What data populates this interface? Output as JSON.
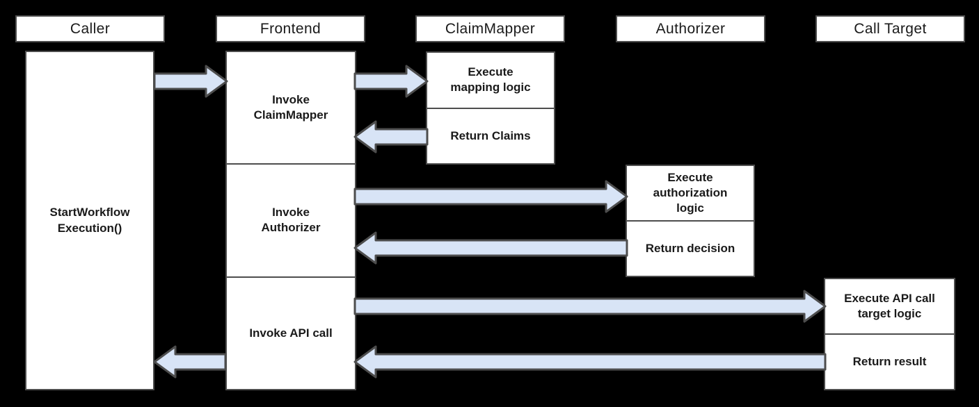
{
  "colors": {
    "background": "#000000",
    "box-fill": "#ffffff",
    "box-border": "#4d4d4d",
    "arrow-fill": "#d8e4f6",
    "arrow-stroke": "#4d4d4d",
    "text": "#1a1a1a"
  },
  "actors": [
    {
      "label": "Caller"
    },
    {
      "label": "Frontend"
    },
    {
      "label": "ClaimMapper"
    },
    {
      "label": "Authorizer"
    },
    {
      "label": "Call Target"
    }
  ],
  "activations": {
    "caller": {
      "actor": "Caller",
      "segments": [
        {
          "label": "StartWorkflow\nExecution()"
        }
      ]
    },
    "frontend": {
      "actor": "Frontend",
      "segments": [
        {
          "label": "Invoke\nClaimMapper"
        },
        {
          "label": "Invoke\nAuthorizer"
        },
        {
          "label": "Invoke API call"
        }
      ]
    },
    "claimmapper": {
      "actor": "ClaimMapper",
      "segments": [
        {
          "label": "Execute\nmapping logic"
        },
        {
          "label": "Return Claims"
        }
      ]
    },
    "authorizer": {
      "actor": "Authorizer",
      "segments": [
        {
          "label": "Execute\nauthorization\nlogic"
        },
        {
          "label": "Return decision"
        }
      ]
    },
    "calltarget": {
      "actor": "Call Target",
      "segments": [
        {
          "label": "Execute API call\ntarget logic"
        },
        {
          "label": "Return result"
        }
      ]
    }
  },
  "messages": [
    {
      "from": "Caller",
      "to": "Frontend",
      "direction": "right"
    },
    {
      "from": "Frontend",
      "to": "ClaimMapper",
      "direction": "right"
    },
    {
      "from": "ClaimMapper",
      "to": "Frontend",
      "direction": "left"
    },
    {
      "from": "Frontend",
      "to": "Authorizer",
      "direction": "right"
    },
    {
      "from": "Authorizer",
      "to": "Frontend",
      "direction": "left"
    },
    {
      "from": "Frontend",
      "to": "Call Target",
      "direction": "right"
    },
    {
      "from": "Call Target",
      "to": "Frontend",
      "direction": "left"
    },
    {
      "from": "Frontend",
      "to": "Caller",
      "direction": "left"
    }
  ]
}
